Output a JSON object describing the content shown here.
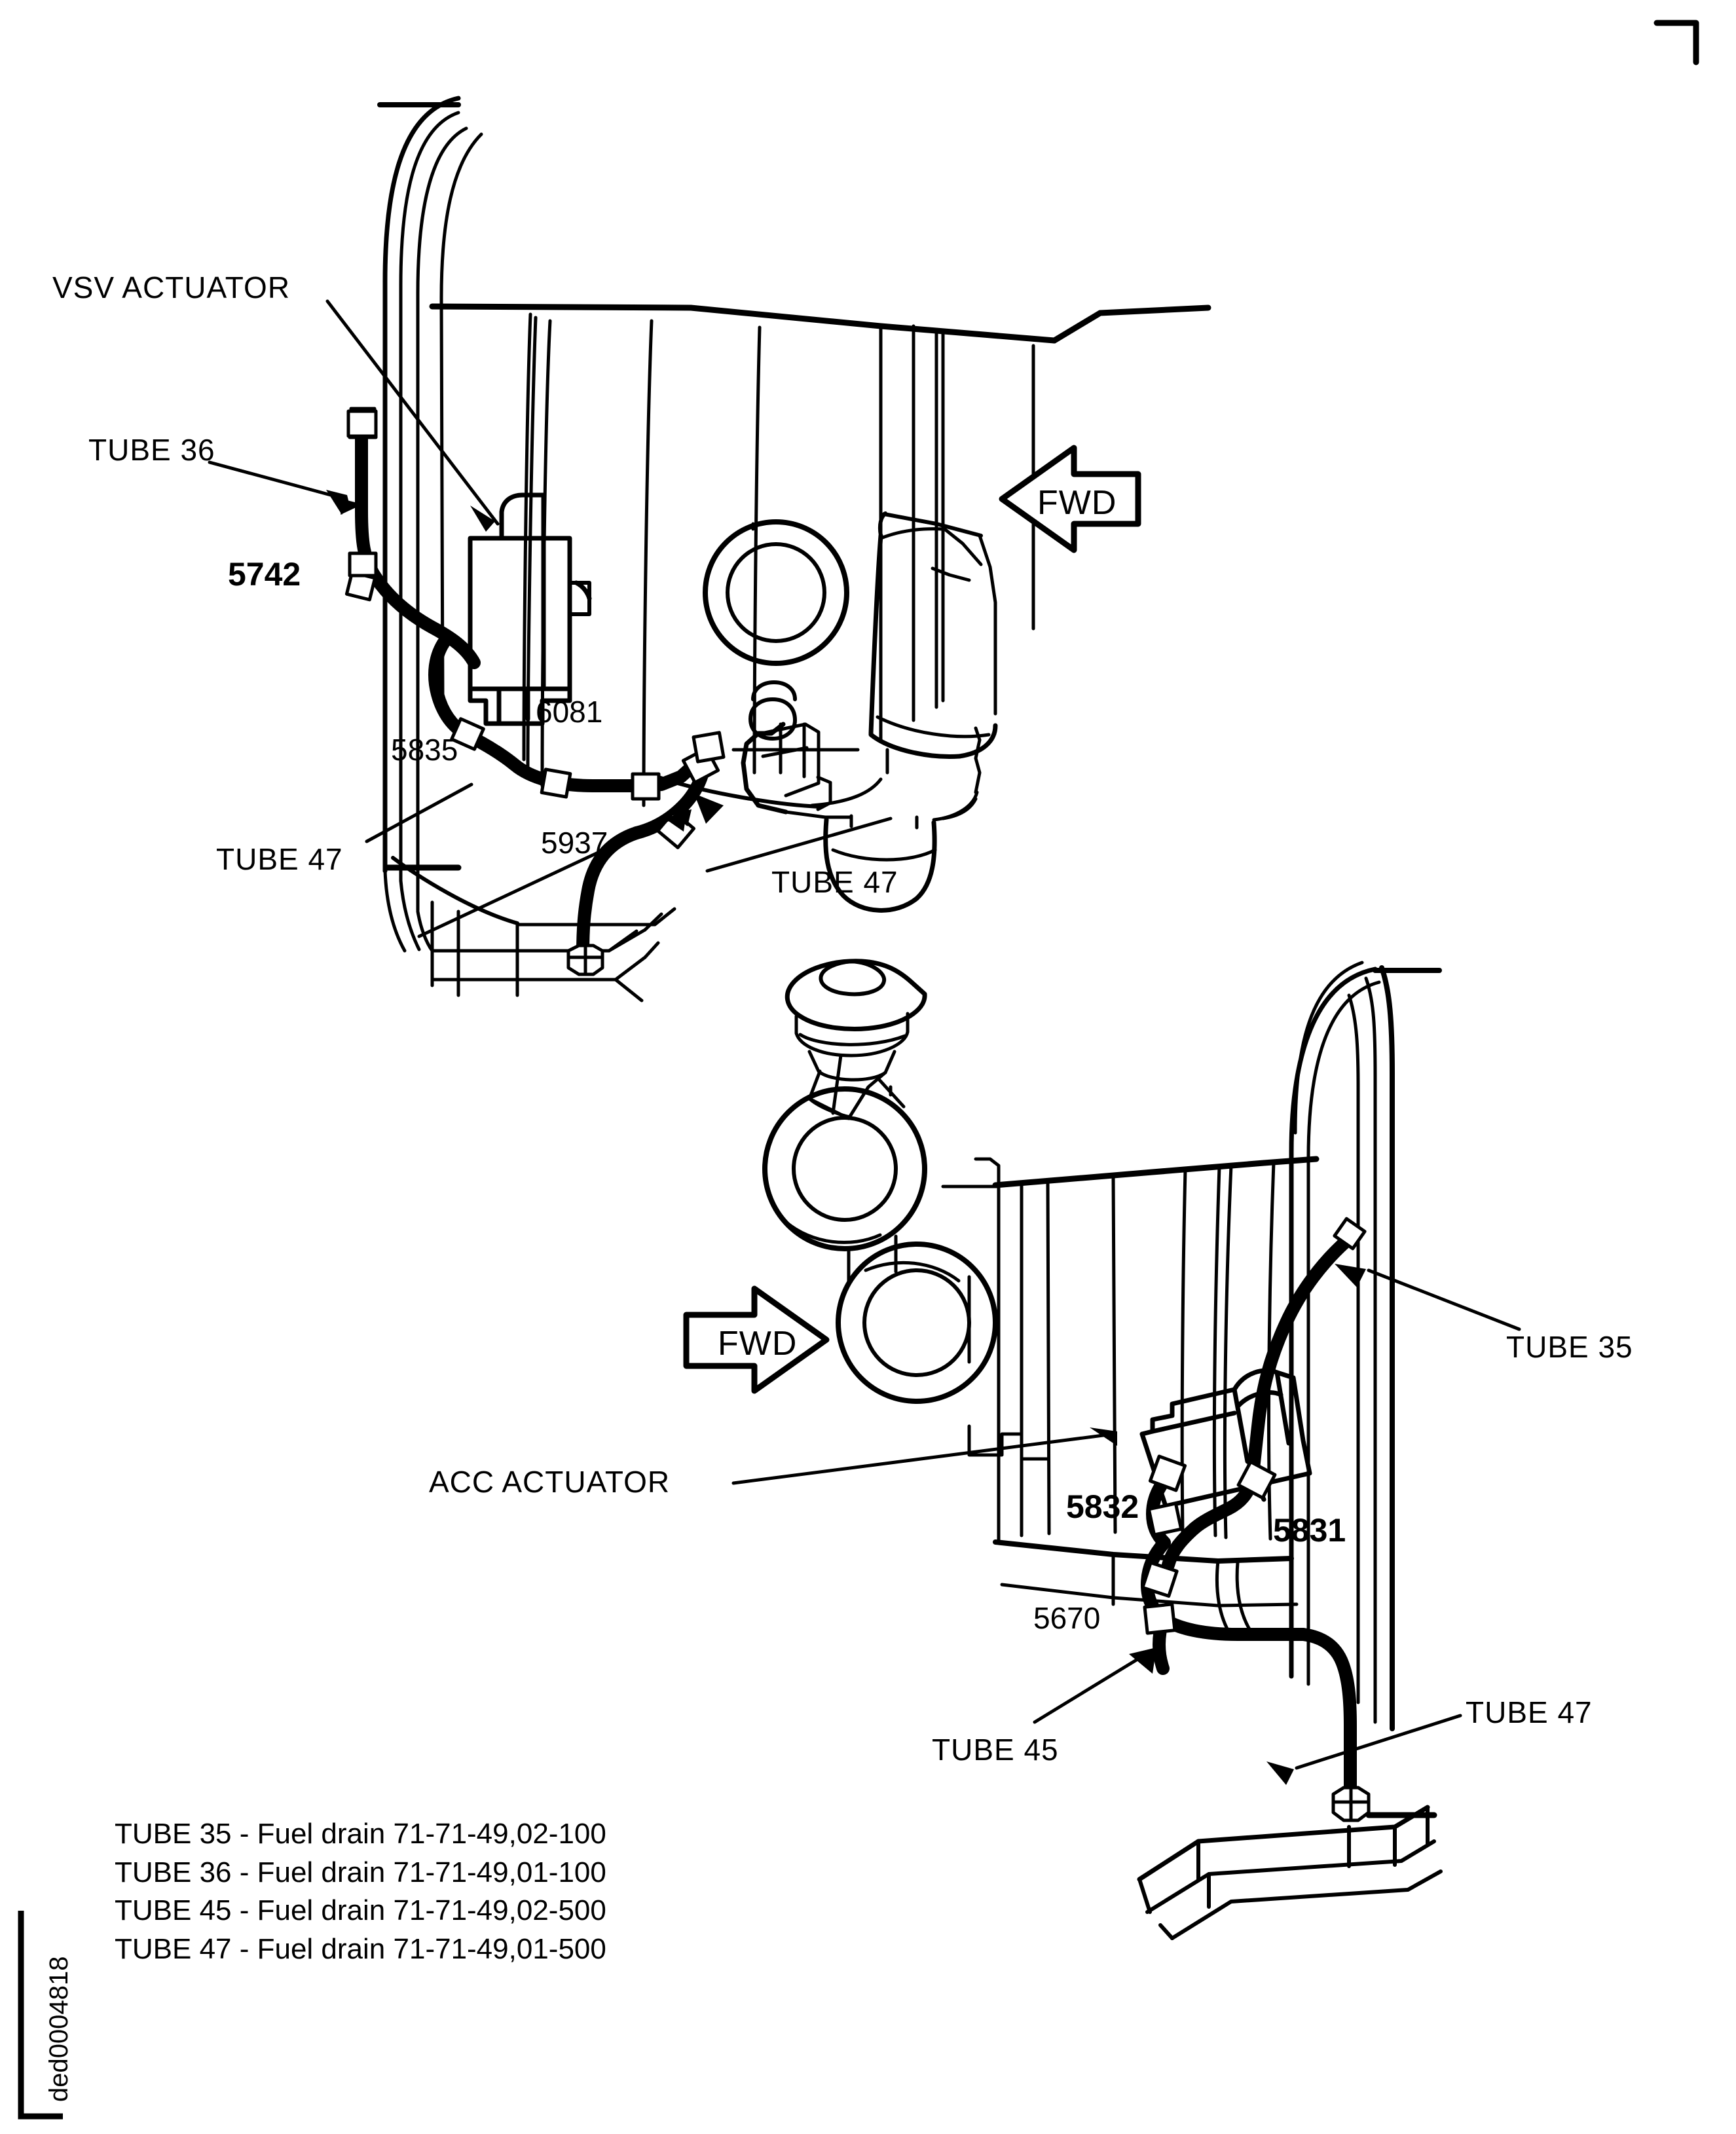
{
  "page": {
    "doc_id": "ded0004818",
    "corner_mark": "registration-corner"
  },
  "upper_view": {
    "title_callouts": [
      {
        "id": "vsv-actuator",
        "text": "VSV  ACTUATOR"
      },
      {
        "id": "tube-36",
        "text": "TUBE 36"
      },
      {
        "id": "tube-47-left",
        "text": "TUBE 47"
      },
      {
        "id": "tube-47-lower",
        "text": "TUBE 47"
      }
    ],
    "part_numbers": [
      "5742",
      "5835",
      "6081",
      "5937"
    ],
    "numbers": {
      "n5742": "5742",
      "n5835": "5835",
      "n6081": "6081",
      "n5937": "5937"
    },
    "direction_arrow": {
      "label": "FWD",
      "points": "left"
    }
  },
  "lower_view": {
    "title_callouts": [
      {
        "id": "acc-actuator",
        "text": "ACC  ACTUATOR"
      },
      {
        "id": "tube-35",
        "text": "TUBE 35"
      },
      {
        "id": "tube-45",
        "text": "TUBE 45"
      },
      {
        "id": "tube-47-right",
        "text": "TUBE 47"
      }
    ],
    "part_numbers": [
      "5832",
      "5831",
      "5670"
    ],
    "numbers": {
      "n5832": "5832",
      "n5831": "5831",
      "n5670": "5670"
    },
    "direction_arrow": {
      "label": "FWD",
      "points": "right"
    }
  },
  "legend": {
    "lines": [
      "TUBE 35 - Fuel drain 71-71-49,02-100",
      "TUBE 36 - Fuel drain 71-71-49,01-100",
      "TUBE 45 - Fuel drain 71-71-49,02-500",
      "TUBE 47 - Fuel drain 71-71-49,01-500"
    ],
    "line_0": "TUBE 35 - Fuel drain 71-71-49,02-100",
    "line_1": "TUBE 36 - Fuel drain 71-71-49,01-100",
    "line_2": "TUBE 45 - Fuel drain 71-71-49,02-500",
    "line_3": "TUBE 47 - Fuel drain 71-71-49,01-500"
  },
  "colors": {
    "ink": "#000000",
    "paper": "#ffffff"
  }
}
